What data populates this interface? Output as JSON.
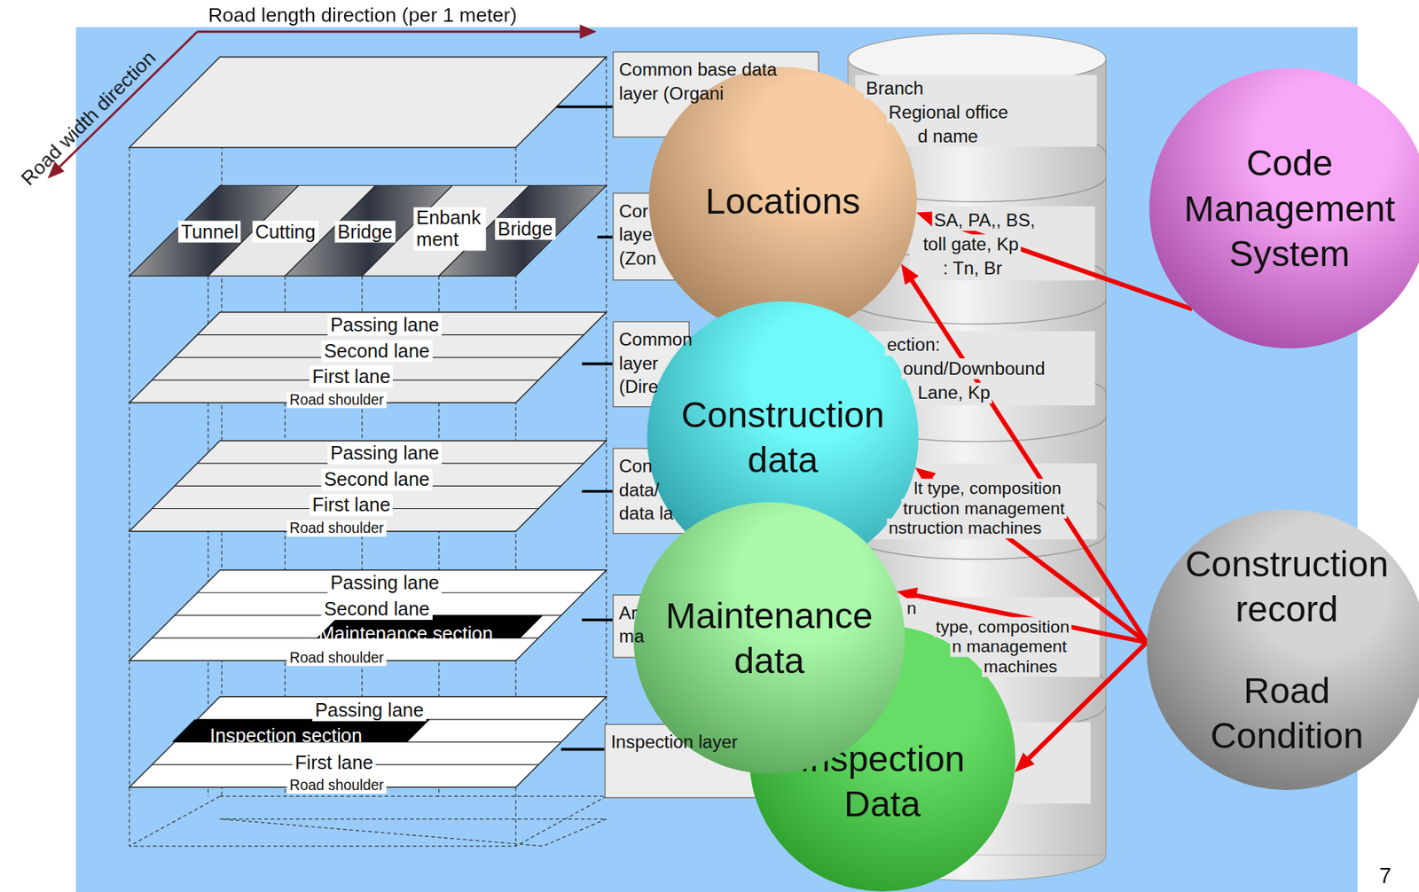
{
  "diagram": {
    "nodes": [
      {
        "text": [
          "Common base data layer (Organi"
        ]
      },
      {
        "text": [
          "Cor laye (Zon"
        ]
      },
      {
        "text": [
          "Common layer (Dire"
        ]
      },
      {
        "text": [
          "Con data/ data la"
        ]
      },
      {
        "text": [
          "Ar ma"
        ]
      },
      {
        "text": [
          "Inspection layer"
        ]
      },
      {
        "text": [
          "Locations"
        ]
      },
      {
        "text": [
          "Code Management System"
        ]
      },
      {
        "text": [
          "Construction data"
        ]
      },
      {
        "text": [
          "Maintenance data"
        ]
      },
      {
        "text": [
          "Construction record",
          "Road Condition"
        ]
      },
      {
        "text": [
          "Inspection Data"
        ]
      }
    ],
    "edges": [
      {
        "from": 7,
        "to": 6,
        "arrow": "to"
      },
      {
        "from": 10,
        "to": 6,
        "arrow": "to"
      },
      {
        "from": 10,
        "to": 8,
        "arrow": "to"
      },
      {
        "from": 10,
        "to": 9,
        "arrow": "to"
      },
      {
        "from": 10,
        "to": 11,
        "arrow": "to"
      }
    ],
    "labels": [
      "Road length direction (per 1 meter)",
      "Road width direction",
      "Tunnel",
      "Cutting",
      "Bridge",
      "Enbank ment",
      "Bridge",
      "Passing lane",
      "Second lane",
      "First lane",
      "Road shoulder",
      "Passing lane",
      "Second lane",
      "First lane",
      "Road shoulder",
      "Passing lane",
      "Second lane",
      "Maintenance section",
      "Road shoulder",
      "Passing lane",
      "Inspection section",
      "First lane",
      "Road shoulder",
      "Branch",
      "Regional office",
      "d name",
      "SA, PA,, BS,",
      "toll gate, Kp",
      ": Tn, Br",
      "ection:",
      "ound/Downbound",
      "Lane, Kp",
      "lt type, composition",
      "truction management",
      "nstruction machines",
      "n",
      "type, composition",
      "n management",
      "machines",
      "7"
    ]
  }
}
